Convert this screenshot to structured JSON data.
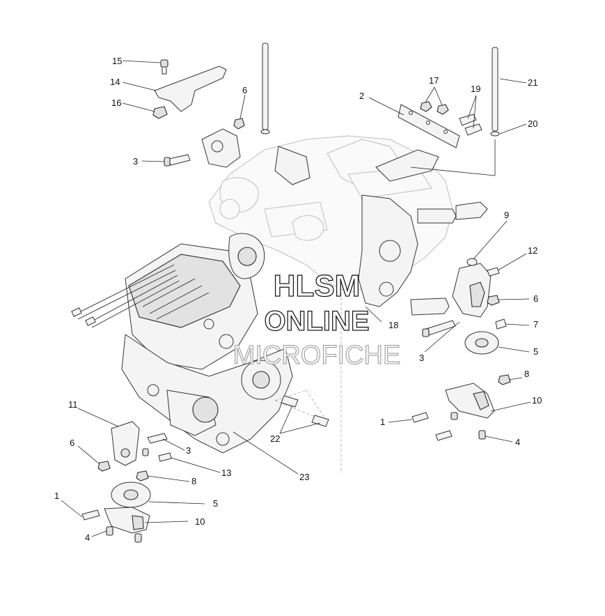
{
  "watermark": {
    "line1": "HLSM",
    "line2": "ONLINE",
    "line3": "MICROFICHE"
  },
  "callouts": [
    {
      "id": "c15",
      "label": "15"
    },
    {
      "id": "c14",
      "label": "14"
    },
    {
      "id": "c16",
      "label": "16"
    },
    {
      "id": "c6a",
      "label": "6"
    },
    {
      "id": "c3a",
      "label": "3"
    },
    {
      "id": "c2",
      "label": "2"
    },
    {
      "id": "c17",
      "label": "17"
    },
    {
      "id": "c19",
      "label": "19"
    },
    {
      "id": "c21",
      "label": "21"
    },
    {
      "id": "c20",
      "label": "20"
    },
    {
      "id": "c9",
      "label": "9"
    },
    {
      "id": "c12",
      "label": "12"
    },
    {
      "id": "c6b",
      "label": "6"
    },
    {
      "id": "c18",
      "label": "18"
    },
    {
      "id": "c7",
      "label": "7"
    },
    {
      "id": "c5a",
      "label": "5"
    },
    {
      "id": "c3b",
      "label": "3"
    },
    {
      "id": "c8a",
      "label": "8"
    },
    {
      "id": "c10a",
      "label": "10"
    },
    {
      "id": "c1a",
      "label": "1"
    },
    {
      "id": "c4a",
      "label": "4"
    },
    {
      "id": "c11",
      "label": "11"
    },
    {
      "id": "c6c",
      "label": "6"
    },
    {
      "id": "c3c",
      "label": "3"
    },
    {
      "id": "c13",
      "label": "13"
    },
    {
      "id": "c22",
      "label": "22"
    },
    {
      "id": "c23",
      "label": "23"
    },
    {
      "id": "c8b",
      "label": "8"
    },
    {
      "id": "c5b",
      "label": "5"
    },
    {
      "id": "c1b",
      "label": "1"
    },
    {
      "id": "c10b",
      "label": "10"
    },
    {
      "id": "c4b",
      "label": "4"
    }
  ]
}
